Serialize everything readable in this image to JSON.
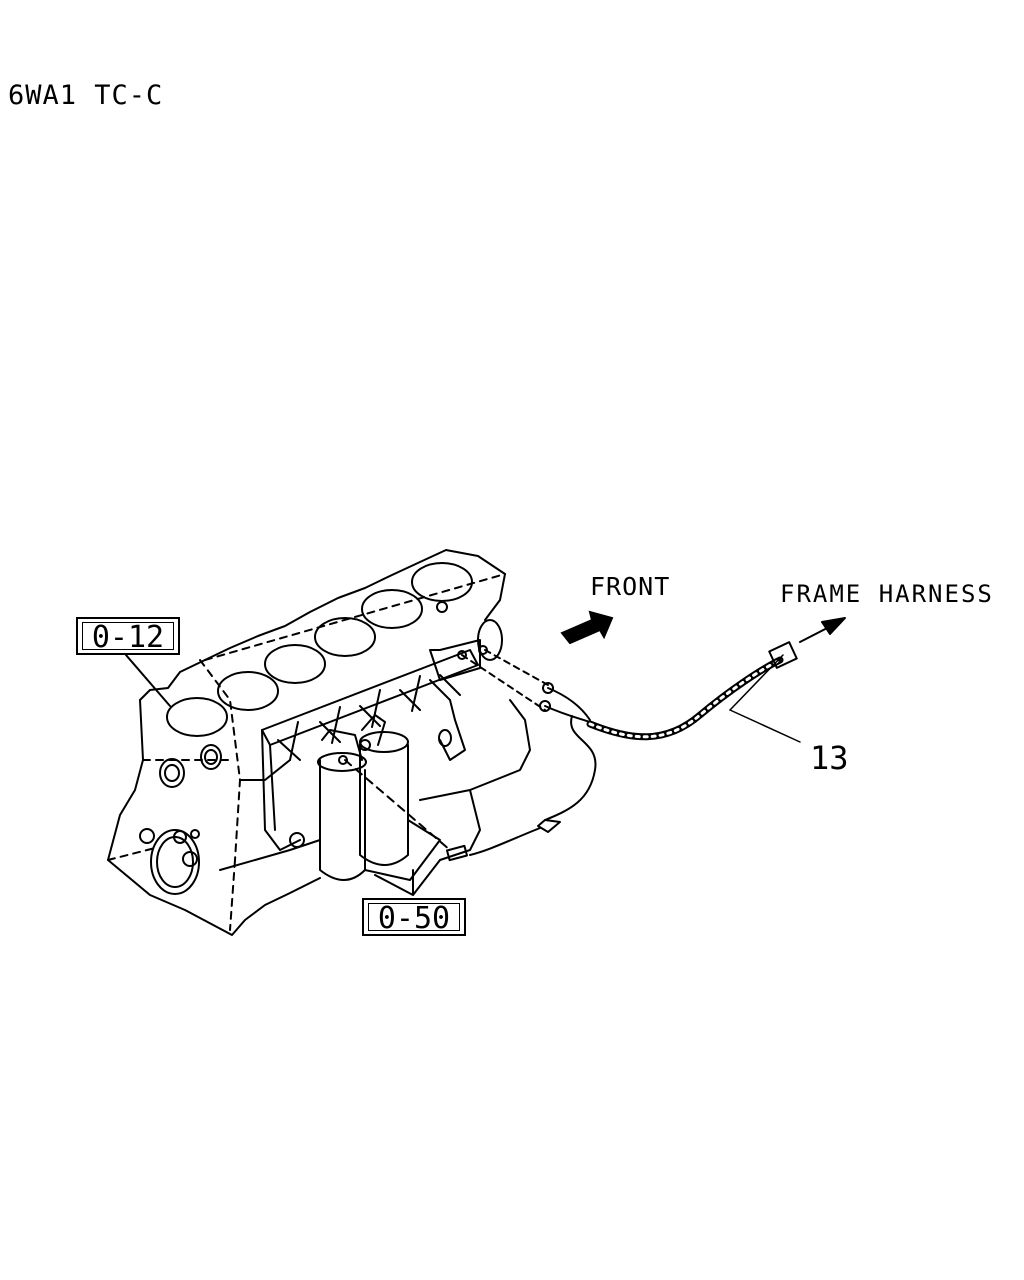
{
  "header": {
    "model_code": "6WA1 TC-C"
  },
  "labels": {
    "front": "FRONT",
    "frame_harness": "FRAME HARNESS",
    "part_number": "13"
  },
  "references": {
    "engine_block": "0-12",
    "oil_filter": "0-50"
  },
  "icons": {
    "front_arrow": "bold-arrow-icon",
    "harness_arrow": "thin-arrow-icon"
  },
  "colors": {
    "ink": "#000000",
    "paper": "#ffffff"
  }
}
